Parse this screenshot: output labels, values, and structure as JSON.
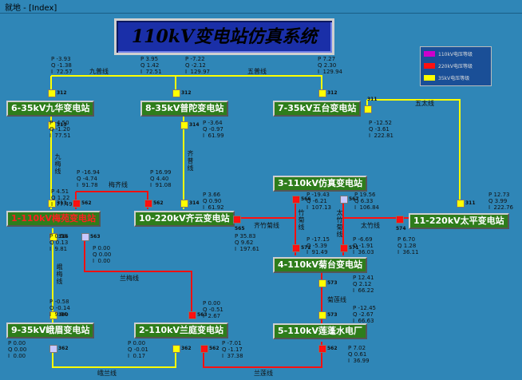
{
  "window": {
    "title": "就地 - [Index]"
  },
  "banner": {
    "title": "110kV变电站仿真系统"
  },
  "legend": [
    {
      "label": "110kV电压等级",
      "color": "#cc00cc"
    },
    {
      "label": "220kV电压等级",
      "color": "#ff1010"
    },
    {
      "label": "35kV电压等级",
      "color": "#ffff00"
    }
  ],
  "stations": {
    "s6": "6-35kV九华变电站",
    "s8": "8-35kV普陀变电站",
    "s7": "7-35kV五台变电站",
    "s1": "1-110kV梅苑变电站",
    "s10": "10-220kV齐云变电站",
    "s3": "3-110kV仿真变电站",
    "s11": "11-220kV太平变电站",
    "s4": "4-110kV菊台变电站",
    "s9": "9-35kV峨眉变电站",
    "s2": "2-110kV兰庭变电站",
    "s5": "5-110kV莲蓬水电厂"
  },
  "lines": {
    "jiupu": "九普线",
    "wupu": "五普线",
    "wutai": "五太线",
    "jiumei": "九梅线",
    "meiqi": "梅齐线",
    "qipu": "齐普线",
    "qizhu": "齐竹菊线",
    "zhutai": "太竹菊线",
    "zhulong": "竹菊线",
    "emei": "峨梅线",
    "lanmei": "兰梅线",
    "juqian": "菊莲线",
    "elan": "峨兰线",
    "lanlian": "兰莲线",
    "taizhu": "太竹线"
  },
  "switches": {
    "w312a": "312",
    "w312b": "312",
    "w312c": "312",
    "w311a": "311",
    "w313a": "313",
    "w313b": "313",
    "w314a": "314",
    "w314b": "314",
    "w311b": "311",
    "w316": "316",
    "w380": "380",
    "w562": "562",
    "w562b": "562",
    "w563": "563",
    "w565": "565",
    "w566": "566",
    "w567": "567",
    "w572": "572",
    "w571": "571",
    "w574": "574",
    "w573a": "573",
    "w573b": "573",
    "w362a": "362",
    "w362b": "362",
    "w563b": "563",
    "w562c": "562",
    "w562d": "562"
  },
  "meas": {
    "m1": "P -3.93\nQ -1.38\nI  72.57",
    "m2": "P 3.95\nQ 1.42\nI  72.51",
    "m3": "P -7.22\nQ -2.12\nI  129.97",
    "m4": "P 7.27\nQ 2.30\nI  129.94",
    "m5": "P -4.50\nQ -1.20\nI  77.51",
    "m6": "P -3.64\nQ -0.97\nI  61.99",
    "m7": "P -12.52\nQ -3.61\nI  222.81",
    "m8": "P -16.94\nQ -4.74\nI  91.78",
    "m9": "P 16.99\nQ 4.40\nI  91.08",
    "m10": "P 4.51\nQ 1.22\nI  77.49",
    "m11": "P 3.66\nQ 0.90\nI  61.92",
    "m12": "P -19.43\nQ -6.21\nI  107.13",
    "m13": "P 19.56\nQ 6.33\nI  106.84",
    "m14": "P 12.73\nQ 3.99\nI  222.76",
    "m15": "P 0.58\nQ 0.13\nI  9.81",
    "m16": "P 0.00\nQ 0.00\nI  0.00",
    "m17": "P 35.83\nQ 9.62\nI  197.61",
    "m18": "P -17.15\nQ -5.39\nI  91.49",
    "m19": "P -6.69\nQ -1.91\nI  36.03",
    "m20": "P 6.70\nQ 1.28\nI  36.11",
    "m21": "P 12.41\nQ 2.12\nI  66.22",
    "m22": "P -0.58\nQ -0.14\nI  9.84",
    "m23": "P 0.00\nQ -0.51\nI  2.67",
    "m24": "P -12.45\nQ -2.67\nI  66.63",
    "m25": "P 0.00\nQ 0.00\nI  0.00",
    "m26": "P 0.00\nQ -0.01\nI  0.17",
    "m27": "P -7.01\nQ -1.17\nI  37.38",
    "m28": "P 7.02\nQ 0.61\nI  36.99"
  }
}
